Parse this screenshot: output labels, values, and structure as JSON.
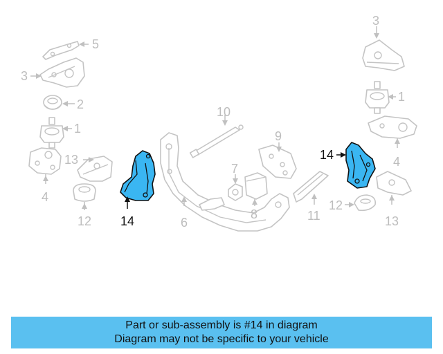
{
  "callouts": {
    "c1a": "1",
    "c1b": "1",
    "c2": "2",
    "c3a": "3",
    "c3b": "3",
    "c4a": "4",
    "c4b": "4",
    "c5": "5",
    "c6": "6",
    "c7": "7",
    "c8": "8",
    "c9": "9",
    "c10": "10",
    "c11": "11",
    "c12a": "12",
    "c12b": "12",
    "c13a": "13",
    "c13b": "13",
    "c14a": "14",
    "c14b": "14"
  },
  "colors": {
    "highlight": "#3ab6f2",
    "banner": "#5ac0f0"
  },
  "banner": {
    "line1": "Part or sub-assembly is #14 in diagram",
    "line2": "Diagram may not be specific to your vehicle"
  }
}
